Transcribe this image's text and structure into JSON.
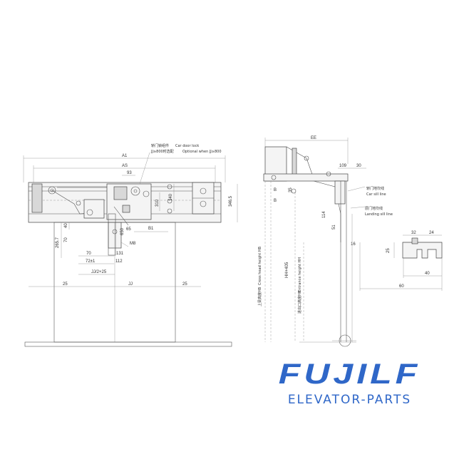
{
  "front_view": {
    "dims": {
      "a1": "A1",
      "as": "AS",
      "d93": "93",
      "d310": "310",
      "d140": "140",
      "d3465": "346.5",
      "d2657": "265.7",
      "d40": "40",
      "d70": "70",
      "d65": "65",
      "d650": "650",
      "b1": "B1",
      "m8": "M8",
      "d70b": "70",
      "d131": "131",
      "d72": "72±1",
      "d112": "112",
      "jj2": "JJ/2+25",
      "d25l": "25",
      "jj": "JJ",
      "d25r": "25"
    },
    "labels": {
      "car_door_lock_cn": "轿门锁组件",
      "car_door_lock_en": "Car door lock",
      "optional_cn": "JJ≥800时选配",
      "optional_en": "Optional when JJ≥800"
    }
  },
  "side_view": {
    "dims": {
      "ee": "EE",
      "d109": "109",
      "d30": "30",
      "b1": "B",
      "b2": "B",
      "d35": "35",
      "d114": "114",
      "d51": "51",
      "d16": "16",
      "hh405": "HH+405"
    },
    "labels": {
      "car_sill_cn": "轿门地坎线",
      "car_sill_en": "Car sill line",
      "landing_sill_cn": "层门地坎线",
      "landing_sill_en": "Landing sill line",
      "cross_head_cn": "上梁高度HB",
      "cross_head_en": "Cross head height HB",
      "entrance_cn": "进出口高度HH",
      "entrance_en": "Entrance height HH"
    }
  },
  "sill_detail": {
    "dims": {
      "d32": "32",
      "d24": "24",
      "d25": "25",
      "d40": "40",
      "d60": "60"
    }
  },
  "logo": {
    "brand": "FUJILF",
    "tagline": "ELEVATOR-PARTS",
    "color": "#2f67c8"
  }
}
